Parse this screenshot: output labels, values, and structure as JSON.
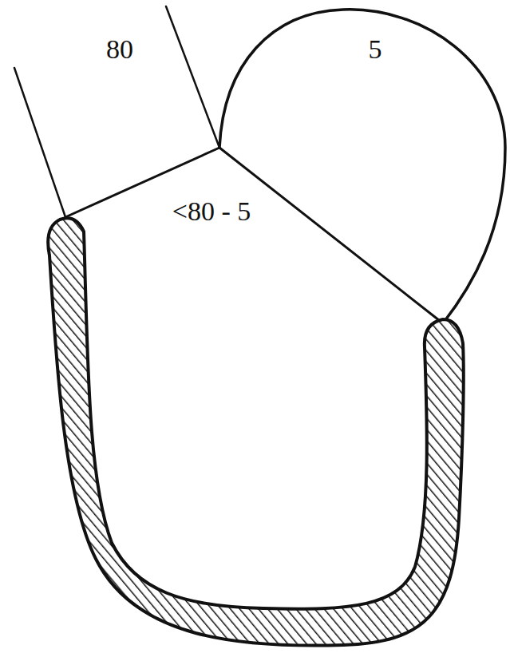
{
  "diagram": {
    "labels": [
      "80",
      "5",
      "<80 - 5"
    ]
  }
}
